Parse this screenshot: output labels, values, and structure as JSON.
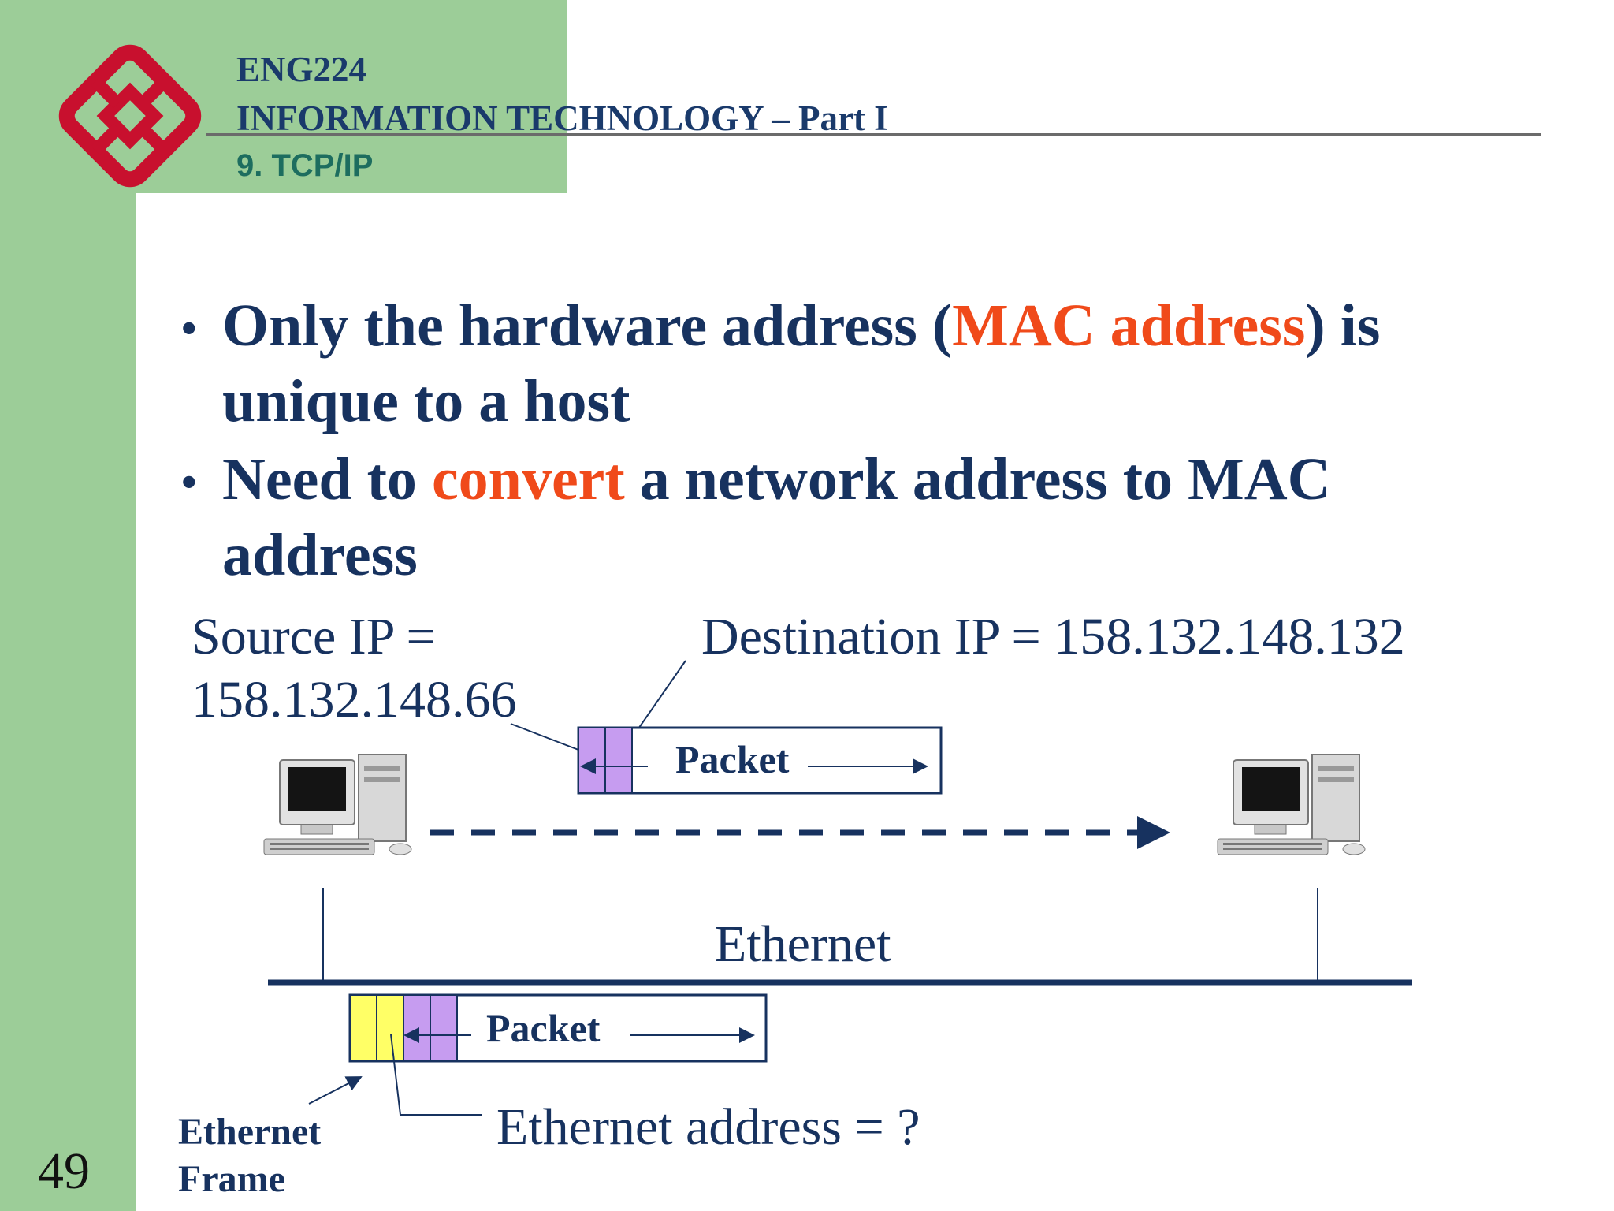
{
  "header": {
    "course_code": "ENG224",
    "course_title": "INFORMATION TECHNOLOGY – Part I",
    "section": "9. TCP/IP"
  },
  "bullets": [
    {
      "marker": "•",
      "before": "Only the hardware address (",
      "highlight": "MAC address",
      "after": ") is unique to a host"
    },
    {
      "marker": "•",
      "before": "Need to ",
      "highlight": "convert",
      "after": " a network address to MAC address"
    }
  ],
  "diagram": {
    "source_ip_label": "Source IP =",
    "source_ip_value": "158.132.148.66",
    "destination_ip": "Destination IP = 158.132.148.132",
    "packet_label_top": "Packet",
    "network_label": "Ethernet",
    "packet_label_bottom": "Packet",
    "ethernet_address": "Ethernet address = ?",
    "frame_label_line1": "Ethernet",
    "frame_label_line2": "Frame"
  },
  "colors": {
    "green_band": "#9ccd98",
    "navy_text": "#17325f",
    "highlight": "#f04a1a",
    "ip_header_fill": "#c69cf0",
    "mac_header_fill": "#ffff66",
    "logo_red": "#c8102e"
  },
  "slide_number": "49"
}
